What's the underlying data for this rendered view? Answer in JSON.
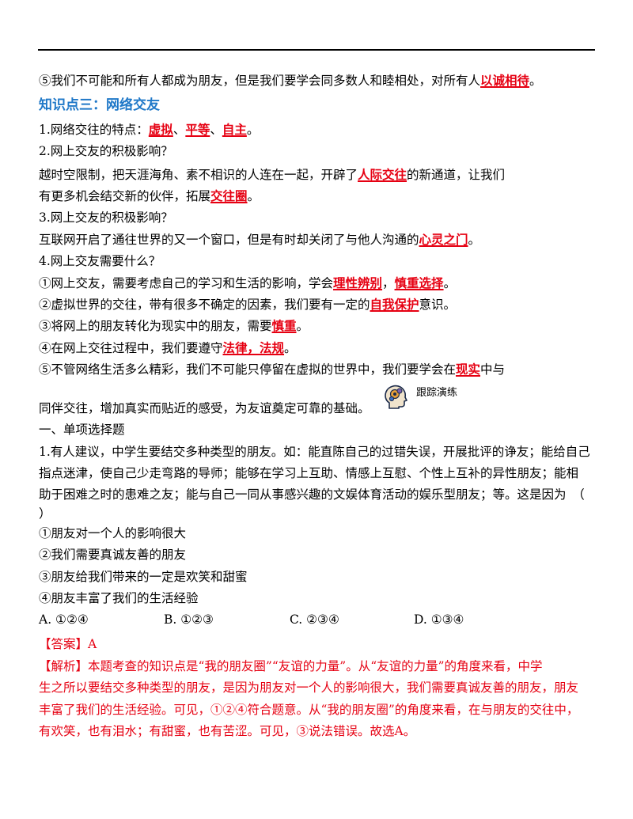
{
  "line5_pre": "⑤我们不可能和所有人都成为朋友，但是我们要学会同多数人和睦相处，对所有人",
  "line5_kw": "以诚相待",
  "line5_post": "。",
  "section_title": "知识点三：网络交友",
  "q1_pre": "1.网络交往的特点：",
  "q1_kw1": "虚拟",
  "q1_sep1": "、",
  "q1_kw2": "平等",
  "q1_sep2": "、",
  "q1_kw3": "自主",
  "q1_post": "。",
  "q2": "2.网上交友的积极影响？",
  "q2_a1_pre": "越时空限制，把天涯海角、素不相识的人连在一起，开辟了",
  "q2_a1_kw": "人际交往",
  "q2_a1_post": "的新通道，让我们",
  "q2_a2_pre": "有更多机会结交新的伙伴，拓展",
  "q2_a2_kw": "交往圈",
  "q2_a2_post": "。",
  "q3": "3.网上交友的积极影响？",
  "q3_a_pre": "互联网开启了通往世界的又一个窗口，但是有时却关闭了与他人沟通的",
  "q3_a_kw": "心灵之门",
  "q3_a_post": "。",
  "q4": "4.网上交友需要什么？",
  "q4_1_pre": "①网上交友，需要考虑自己的学习和生活的影响，学会",
  "q4_1_kw1": "理性辨别",
  "q4_1_sep": "，",
  "q4_1_kw2": "慎重选择",
  "q4_1_post": "。",
  "q4_2_pre": "②虚拟世界的交往，带有很多不确定的因素，我们要有一定的",
  "q4_2_kw": "自我保护",
  "q4_2_post": "意识。",
  "q4_3_pre": "③将网上的朋友转化为现实中的朋友，需要",
  "q4_3_kw": "慎重",
  "q4_3_post": "。",
  "q4_4_pre": "④在网上交往过程中，我们要遵守",
  "q4_4_kw": "法律，法规",
  "q4_4_post": "。",
  "q4_5_pre": "⑤不管网络生活多么精彩，我们不可能只停留在虚拟的世界中，我们要学会在",
  "q4_5_kw": "现实",
  "q4_5_post": "中与",
  "practice_label": "跟踪演练",
  "q4_5_cont": "同伴交往，增加真实而贴近的感受，为友谊奠定可靠的基础。",
  "section_single": "一、单项选择题",
  "mc_q1": "1.有人建议，中学生要结交多种类型的朋友。如：能直陈自己的过错失误，开展批评的诤友；能给自己",
  "mc_q2": "指点迷津，使自己少走弯路的导师；能够在学习上互助、情感上互慰、个性上互补的异性朋友；能相",
  "mc_q3": "助于困难之时的患难之友；能与自己一同从事感兴趣的文娱体育活动的娱乐型朋友；等。这是因为　（",
  "mc_q4": "）",
  "opt1": "①朋友对一个人的影响很大",
  "opt2": "②我们需要真诚友善的朋友",
  "opt3": "③朋友给我们带来的一定是欢笑和甜蜜",
  "opt4": "④朋友丰富了我们的生活经验",
  "choiceA": "A. ①②④",
  "choiceB": "B. ①②③",
  "choiceC": "C. ②③④",
  "choiceD": "D. ①③④",
  "answer": "【答案】A",
  "analysis1": "【解析】本题考查的知识点是“我的朋友圈”“友谊的力量”。从“友谊的力量”的角度来看，中学",
  "analysis2": "生之所以要结交多种类型的朋友，是因为朋友对一个人的影响很大，我们需要真诚友善的朋友，朋友",
  "analysis3": "丰富了我们的生活经验。可见，①②④符合题意。从“我的朋友圈”的角度来看，在与朋友的交往中，",
  "analysis4": "有欢笑，也有泪水；有甜蜜，也有苦涩。可见，③说法错误。故选A。",
  "colors": {
    "keyword": "#e60012",
    "heading": "#1f78c8",
    "icon_fill": "#f0e3cc"
  },
  "icons": {
    "practice": "head-gears-icon"
  }
}
